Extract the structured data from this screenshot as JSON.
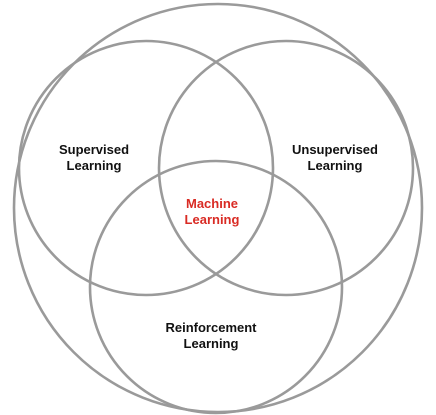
{
  "diagram": {
    "type": "venn",
    "outer_set": "",
    "sets": [
      {
        "id": "supervised",
        "lines": [
          "Supervised",
          "Learning"
        ]
      },
      {
        "id": "unsupervised",
        "lines": [
          "Unsupervised",
          "Learning"
        ]
      },
      {
        "id": "reinforcement",
        "lines": [
          "Reinforcement",
          "Learning"
        ]
      }
    ],
    "center": {
      "lines": [
        "Machine",
        "Learning"
      ]
    },
    "colors": {
      "ring": "#9a9a9a",
      "label": "#111111",
      "center_label": "#d92b24",
      "background": "#ffffff"
    }
  }
}
